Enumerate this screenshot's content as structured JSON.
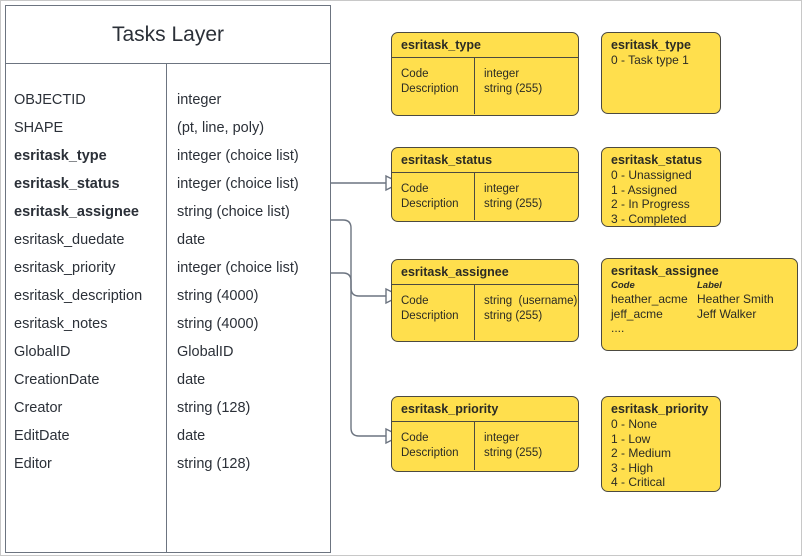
{
  "diagram": {
    "title": "Tasks Layer"
  },
  "entity": {
    "title": "Tasks Layer",
    "fields": [
      {
        "name": "OBJECTID",
        "type": "integer",
        "bold": false
      },
      {
        "name": "SHAPE",
        "type": "(pt, line, poly)",
        "bold": false
      },
      {
        "name": "esritask_type",
        "type": "integer (choice list)",
        "bold": true
      },
      {
        "name": "esritask_status",
        "type": "integer (choice list)",
        "bold": true
      },
      {
        "name": "esritask_assignee",
        "type": "string (choice list)",
        "bold": true
      },
      {
        "name": "esritask_duedate",
        "type": "date",
        "bold": false
      },
      {
        "name": "esritask_priority",
        "type": "integer (choice list)",
        "bold": false
      },
      {
        "name": "esritask_description",
        "type": "string (4000)",
        "bold": false
      },
      {
        "name": "esritask_notes",
        "type": "string (4000)",
        "bold": false
      },
      {
        "name": "GlobalID",
        "type": "GlobalID",
        "bold": false
      },
      {
        "name": "CreationDate",
        "type": "date",
        "bold": false
      },
      {
        "name": "Creator",
        "type": "string (128)",
        "bold": false
      },
      {
        "name": "EditDate",
        "type": "date",
        "bold": false
      },
      {
        "name": "Editor",
        "type": "string (128)",
        "bold": false
      }
    ]
  },
  "tables": [
    {
      "title": "esritask_type",
      "code_label": "Code",
      "description_label": "Description",
      "code_type": "integer",
      "description_type": "string (255)"
    },
    {
      "title": "esritask_status",
      "code_label": "Code",
      "description_label": "Description",
      "code_type": "integer",
      "description_type": "string (255)"
    },
    {
      "title": "esritask_assignee",
      "code_label": "Code",
      "description_label": "Description",
      "code_type": "string  (username)",
      "description_type": "string (255)"
    },
    {
      "title": "esritask_priority",
      "code_label": "Code",
      "description_label": "Description",
      "code_type": "integer",
      "description_type": "string (255)"
    }
  ],
  "value_lists": [
    {
      "title": "esritask_type",
      "values": [
        "0 - Task type 1"
      ]
    },
    {
      "title": "esritask_status",
      "values": [
        "0 - Unassigned",
        "1 - Assigned",
        "2 - In Progress",
        "3 - Completed"
      ]
    },
    {
      "title": "esritask_priority",
      "values": [
        "0 - None",
        "1 - Low",
        "2 - Medium",
        "3 - High",
        "4 - Critical"
      ]
    }
  ],
  "assignee_list": {
    "title": "esritask_assignee",
    "header_code": "Code",
    "header_label": "Label",
    "rows": [
      {
        "code": "heather_acme",
        "label": "Heather Smith"
      },
      {
        "code": "jeff_acme",
        "label": "Jeff Walker"
      }
    ],
    "ellipsis": "...."
  },
  "colors": {
    "box_fill": "#ffdf4d",
    "box_border": "#4c4a40",
    "table_border": "#6c7480",
    "text": "#2b3038",
    "connector": "#6c7480",
    "page_border": "#c8c8c8"
  }
}
